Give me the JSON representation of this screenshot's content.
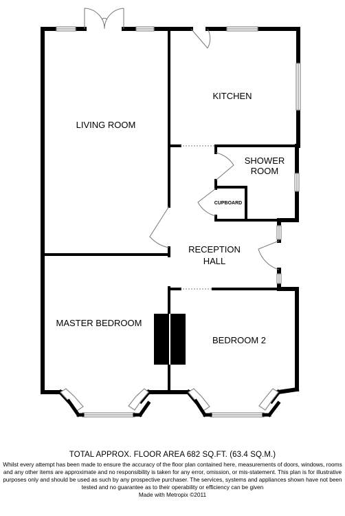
{
  "rooms": {
    "living_room": "LIVING ROOM",
    "kitchen": "KITCHEN",
    "shower_room_line1": "SHOWER",
    "shower_room_line2": "ROOM",
    "cupboard": "CUPBOARD",
    "reception_hall_line1": "RECEPTION",
    "reception_hall_line2": "HALL",
    "master_bedroom": "MASTER BEDROOM",
    "bedroom_2": "BEDROOM 2"
  },
  "footer": {
    "area_total": "TOTAL APPROX. FLOOR AREA 682 SQ.FT. (63.4 SQ.M.)",
    "disclaimer": "Whilst every attempt has been made to ensure the accuracy of the floor plan contained here, measurements of doors, windows, rooms and any other items are approximate and no responsibility is taken for any error, omission, or mis-statement. This plan is for illustrative purposes only and should be used as such by any prospective purchaser. The services, systems and appliances shown have not been tested and no guarantee as to their operability or efficiency can be given",
    "made_with": "Made with Metropix ©2011"
  },
  "colors": {
    "wall": "#000000",
    "background": "#ffffff",
    "window_line": "#8a8a8a",
    "door_swing": "#777777"
  }
}
